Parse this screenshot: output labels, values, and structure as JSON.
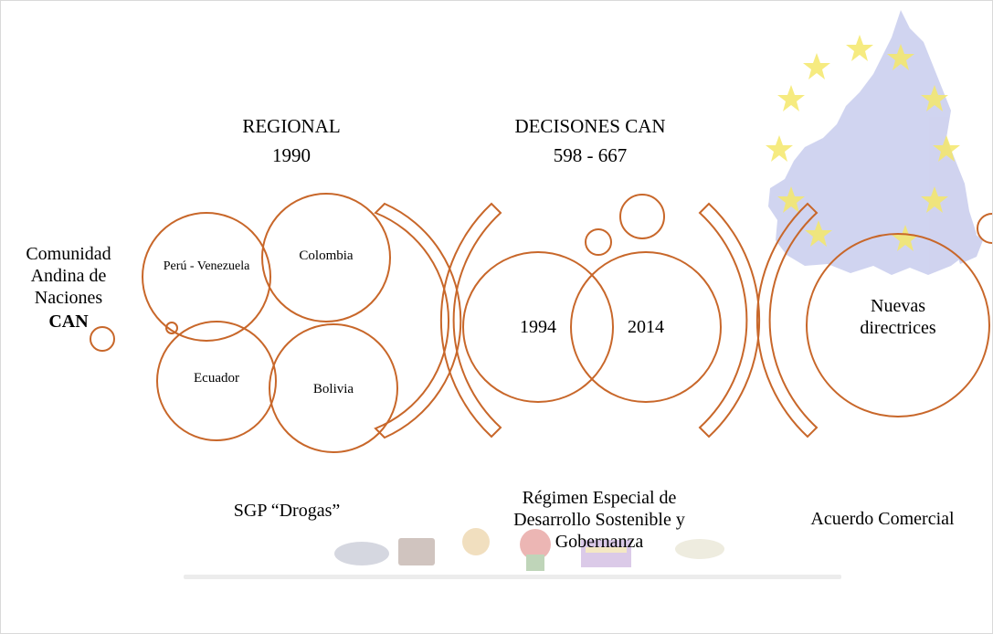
{
  "diagram": {
    "title_side": {
      "line1": "Comunidad",
      "line2": "Andina de",
      "line3": "Naciones",
      "abbr": "CAN"
    },
    "regional": {
      "heading": "REGIONAL",
      "year": "1990",
      "nodes": {
        "peru_venezuela": "Perú - Venezuela",
        "colombia": "Colombia",
        "ecuador": "Ecuador",
        "bolivia": "Bolivia"
      },
      "footer": "SGP “Drogas”"
    },
    "decisiones": {
      "heading": "DECISONES CAN",
      "range": "598 - 667",
      "nodes": {
        "a": "1994",
        "b": "2014"
      },
      "footer_line1": "Régimen Especial de",
      "footer_line2": "Desarrollo Sostenible  y",
      "footer_line3": "Gobernanza"
    },
    "acuerdo": {
      "node": "Nuevas directrices",
      "footer": "Acuerdo Comercial"
    }
  },
  "colors": {
    "circle": "#c8672a",
    "map": "#b4b9e6",
    "star": "#f2e35a"
  },
  "background_art": [
    "europe-map-icon",
    "eu-stars-icon",
    "products-strip-icon"
  ]
}
